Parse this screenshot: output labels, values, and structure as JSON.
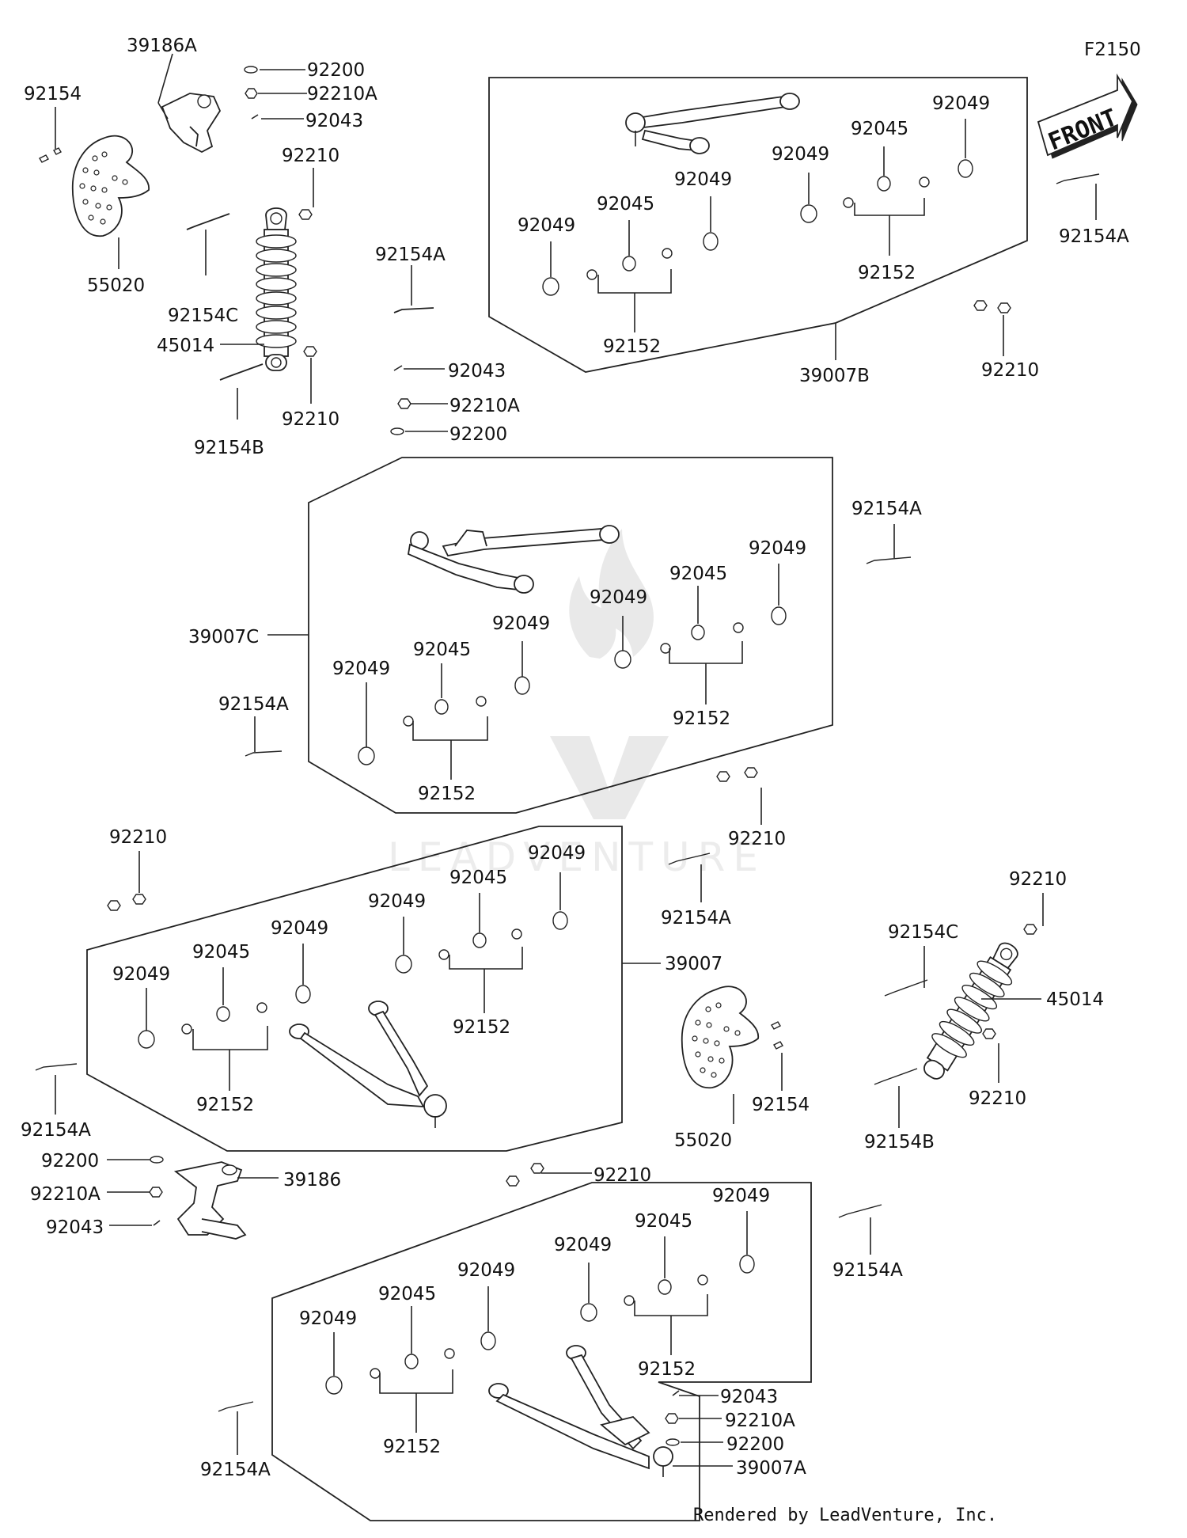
{
  "diagram": {
    "figure_code": "F2150",
    "front_label": "FRONT",
    "watermark_text": "LEADVENTURE",
    "credit": "Rendered by LeadVenture, Inc.",
    "callouts": [
      "39186A",
      "92200",
      "92210A",
      "92043",
      "92154",
      "55020",
      "92210",
      "92154C",
      "45014",
      "92210",
      "92154B",
      "92154A",
      "92043",
      "92210A",
      "92200",
      "92049",
      "92045",
      "92049",
      "92049",
      "92045",
      "92049",
      "92152",
      "92152",
      "39007B",
      "92210",
      "92154A",
      "92154A",
      "39007C",
      "92049",
      "92045",
      "92049",
      "92049",
      "92045",
      "92049",
      "92152",
      "92152",
      "92154A",
      "92210",
      "92210",
      "92049",
      "92045",
      "92049",
      "92049",
      "92045",
      "92049",
      "39007",
      "92152",
      "92152",
      "92154A",
      "92154A",
      "55020",
      "92154",
      "92210",
      "92154C",
      "45014",
      "92154B",
      "92210",
      "92200",
      "39186",
      "92210A",
      "92043",
      "92210",
      "92049",
      "92045",
      "92049",
      "92049",
      "92045",
      "92049",
      "92152",
      "92152",
      "92154A",
      "92154A",
      "92043",
      "92210A",
      "92200",
      "39007A"
    ]
  }
}
